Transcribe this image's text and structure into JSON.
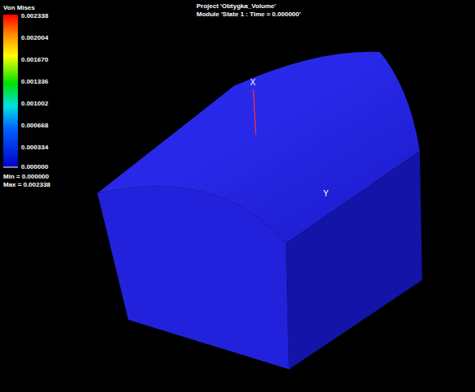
{
  "diagram": {
    "title": "Project 'Obtygka_Volume'",
    "labels": [
      "Module 'State 1 : Time = 0.000000'",
      "Von Mises",
      "0.002338",
      "0.002004",
      "0.001670",
      "0.001336",
      "0.001002",
      "0.000668",
      "0.000334",
      "0.000000",
      "Min = 0.000000",
      "Max = 0.002338",
      "X",
      "Y"
    ]
  }
}
